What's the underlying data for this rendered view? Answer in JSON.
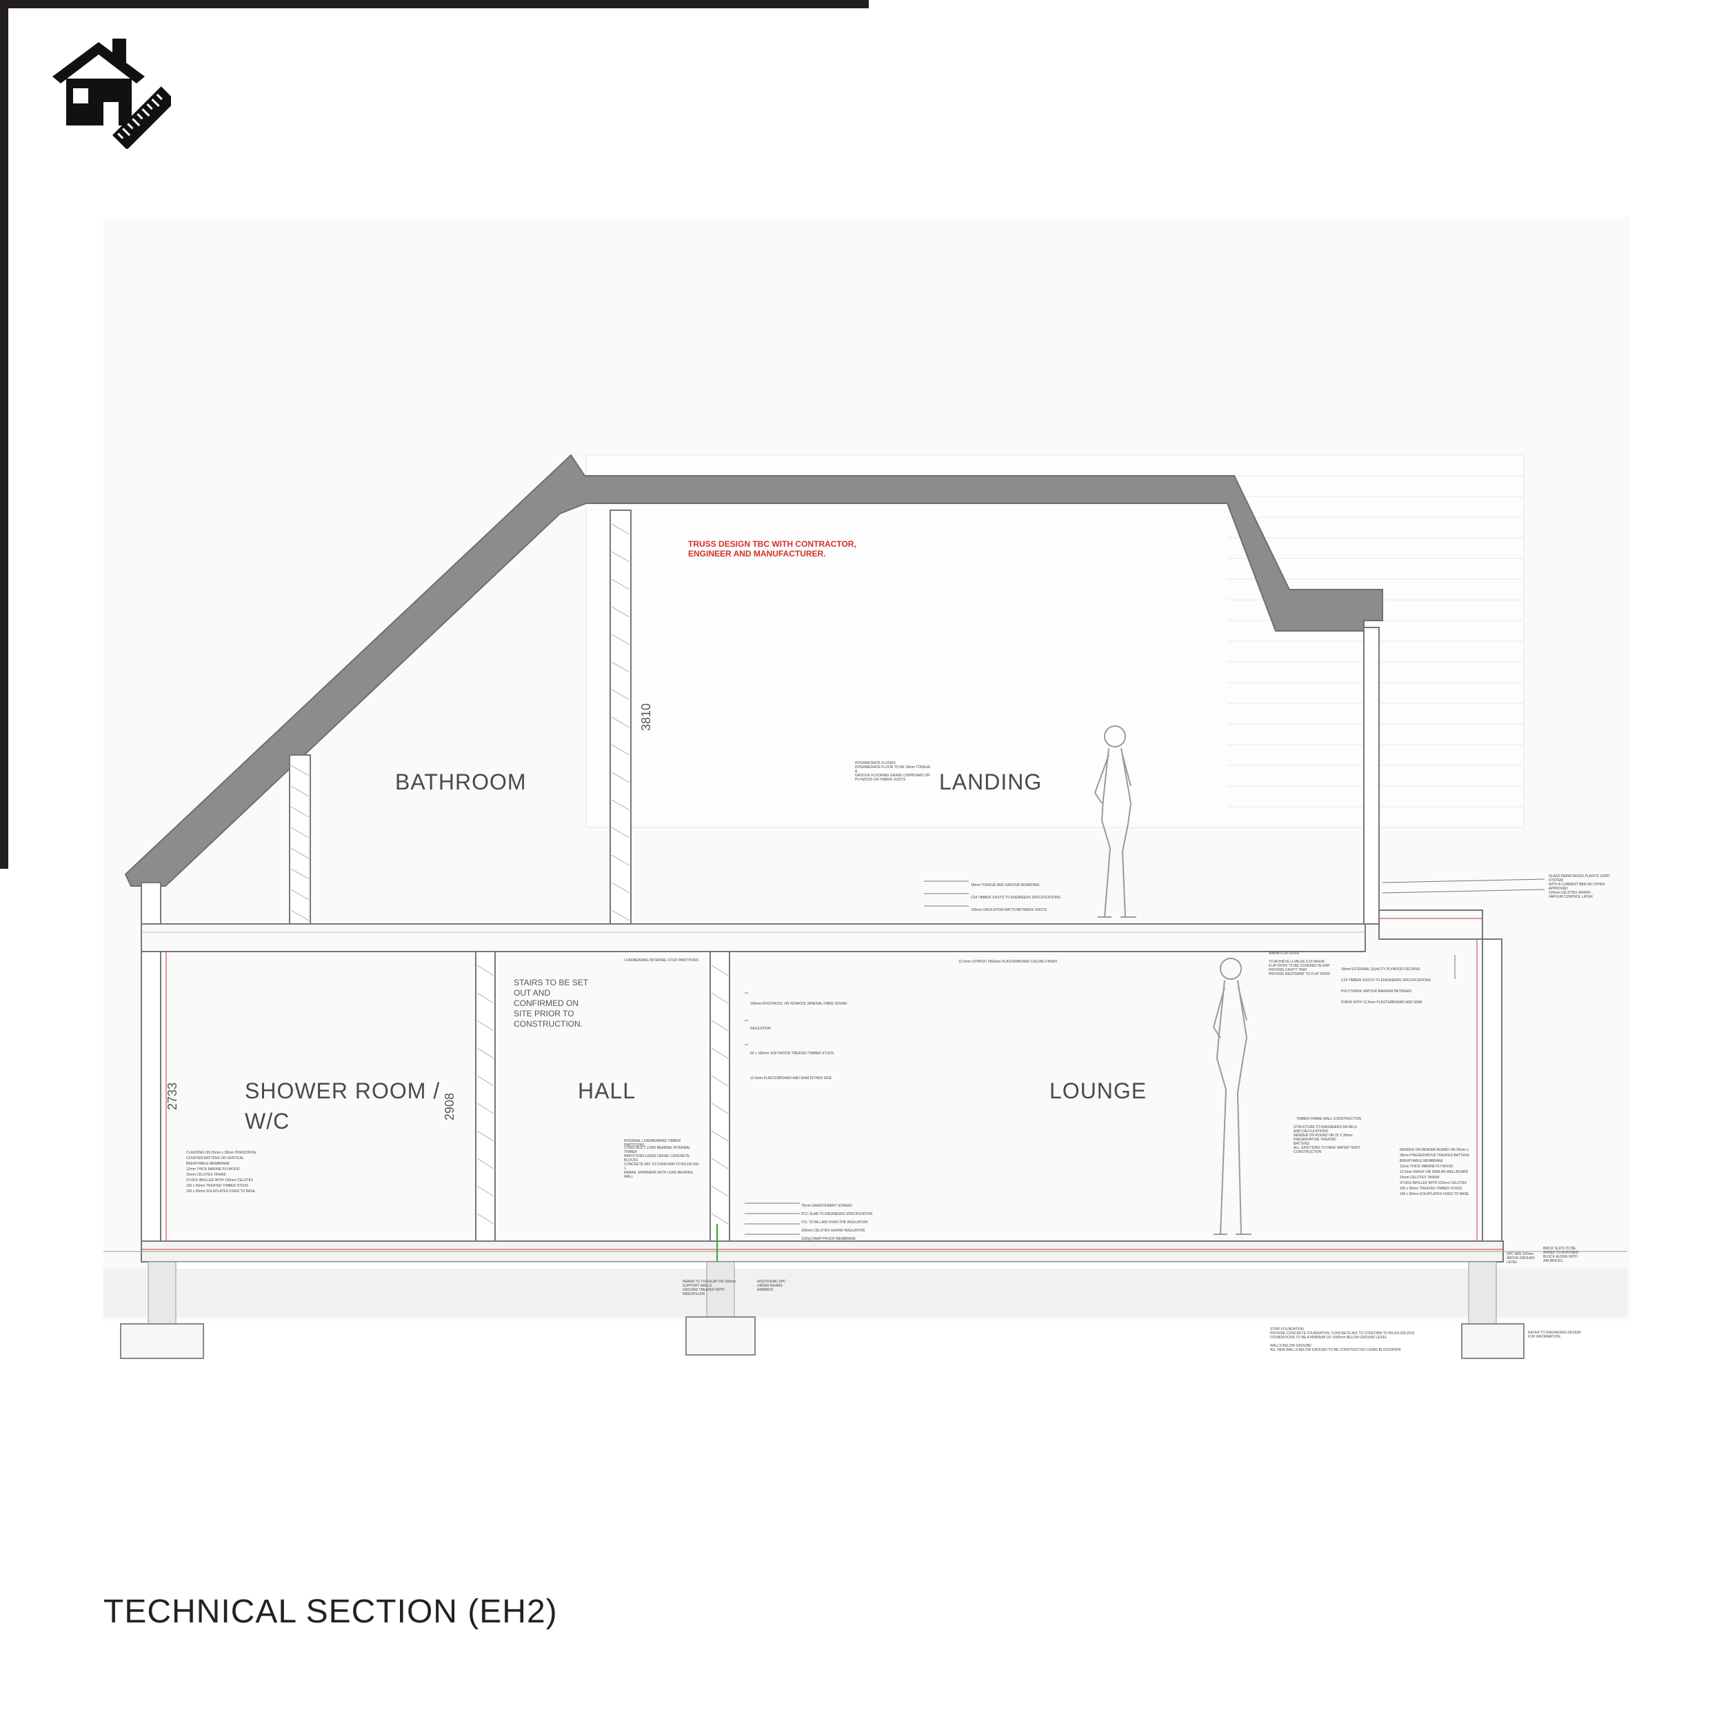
{
  "page": {
    "title": "TECHNICAL SECTION (EH2)"
  },
  "rooms": {
    "bathroom": "BATHROOM",
    "landing": "LANDING",
    "shower_room": "SHOWER ROOM /\nW/C",
    "hall": "HALL",
    "lounge": "LOUNGE"
  },
  "notes": {
    "truss": "TRUSS DESIGN TBC WITH CONTRACTOR,\nENGINEER AND MANUFACTURER.",
    "stairs": "STAIRS TO BE SET\nOUT AND\nCONFIRMED ON\nSITE PRIOR TO\nCONSTRUCTION."
  },
  "dimensions": {
    "d3810": "3810",
    "d2733": "2733",
    "d2908": "2908"
  },
  "small_notes": {
    "intermediate_floors": "INTERMEDIATE FLOORS\nINTERMEDIATE FLOOR TO BE 18mm TONGUE &\nGROOVE FLOORING GRADE CHIPBOARD OR\nPLYWOOD ON TIMBER JOISTS",
    "floor_labels": "18mm TONGUE AND GROOVE BOARDING\nC24 TIMBER JOISTS TO ENGINEERS SPECIFICATIONS\n100mm INSULATION BATTS BETWEEN JOISTS",
    "ceiling": "12.5mm GYPROC FIREline PLASTERBOARD CEILING FINISH",
    "partition": "LOADBEARING INTERNAL STUD PARTITIONS",
    "stud_labels": "100mm ROCKWOOL OR ISOWOOL MINERAL FIBRE SOUND INSULATION\n50 x 100mm SOFTWOOD TREATED TIMBER STUDS\n12.5mm PLASTERBOARD AND SKIM EITHER SIDE",
    "masonry_partition": "INTERNAL LOADBEARING TIMBER PARTITIONS",
    "floor_build": "75mm SAND/CEMENT SCREED\nPCC SLAB TO ENGINEERS SPECIFICATION\nVCL TO BE LAID OVER THE INSULATION\n100mm CELOTEX GA4000 INSULATION\n1200g DAMP PROOF MEMBRANE",
    "warm_flat_roof": "WARM FLAT ROOF",
    "flat_roof_labels": "18mm EXTERNAL QUALITY PLYWOOD DECKING\nC24 TIMBER JOISTS TO ENGINEERS SPECIFICATIONS\nPOLYTHENE VAPOUR BARRIER BETWEEN\nFINISH WITH 12.5mm PLASTERBOARD AND SKIM",
    "grp_roof": "GLASS REINFORCED PLASTIC (GRP) SYSTEM\nWITH A CURRENT BBA OR OTHER APPROVED\n120mm CELOTEX XR4000\nVAPOUR CONTROL LAYER",
    "wall_left": "CLADDING ON 25mm x 38mm HORIZONTAL\nCOUNTER BATTENS ON VERTICAL\nBREATHABLE MEMBRANE\n12mm THICK MARINE PLYWOOD\n15mm CELOTEX TB4000\nSTUDS INFILLED WITH 120mm CELOTEX\n150 x 50mm TREATED TIMBER STUDS\n150 x 50mm SOLEPLATES FIXED TO BASE",
    "timber_frame": "TIMBER FRAME WALL CONSTRUCTION",
    "wall_right": "RENDER ON RENDER BOARD ON 25mm x\n38mm PRESERVATIVE TREATED BATTENS\nBREATHABLE MEMBRANE\n12mm THICK MARINE PLYWOOD\n12.5mm KNAUF OR SIMILAR WALLBOARD\n15mm CELOTEX TB4000\nSTUDS INFILLED WITH 120mm CELOTEX\n150 x 50mm TREATED TIMBER STUDS\n150 x 50mm SOLEPLATES FIXED TO BASE",
    "foundation_labels": "REBAR TO OVERLAP ON 100mm\nSUPPORT WALLS\nGROUND TREATED WITH WEEDKILLER",
    "additional_dpc": "ADDITIONAL DPC\nUNDER BEAMS\nAIRBRICK",
    "step_foundation": "STRIP FOUNDATION\nPROVIDE CONCRETE FOUNDATION. CONCRETE MIX TO CONFORM TO BS EN 206:2013\nFOUNDATIONS TO BE A MINIMUM OF 1000mm BELOW GROUND LEVEL\n\nWALLS BELOW GROUND\nALL NEW WALLS BELOW GROUND TO BE CONSTRUCTED USING BLOCKWORK",
    "refer_engineer": "REFER TO ENGINEERS DESIGN\nFOR INFORMATION.",
    "brick": "BRICK SLIPS TO BE\nADDED TO EXPOSED\nBLOCK ALONG WITH\nAIR BRICKS",
    "dpc_level": "DPC MIN 150mm\nABOVE GROUND LEVEL",
    "roof_notes": "TO ACHIEVE U-VALUE 0.15 W/m2K\nFLAT ROOF TO BE COVERED IN GRP\nPROVIDE CAVITY TRAY\nPROVIDE RESTRAINT TO FLAT ROOF",
    "timber_notes": "STRUCTURE TO ENGINEERS DETAILS AND CALCULATIONS.\nRENDER ON ROUND OR 25 X 38mm PRESERVATIVE TREATED\nBATTENS\nALL JUNCTIONS TO HAVE WATER TIGHT CONSTRUCTION",
    "block_notes": "CONSTRUCT LOAD BEARING INTERNAL TIMBER\nPARTITIONS USING DENSE CONCRETE BLOCKS\nCONCRETE MIX TO CONFORM TO BS EN 206-1\nREBAR, SPANNERS WITH LOAD BEARING WALL"
  }
}
